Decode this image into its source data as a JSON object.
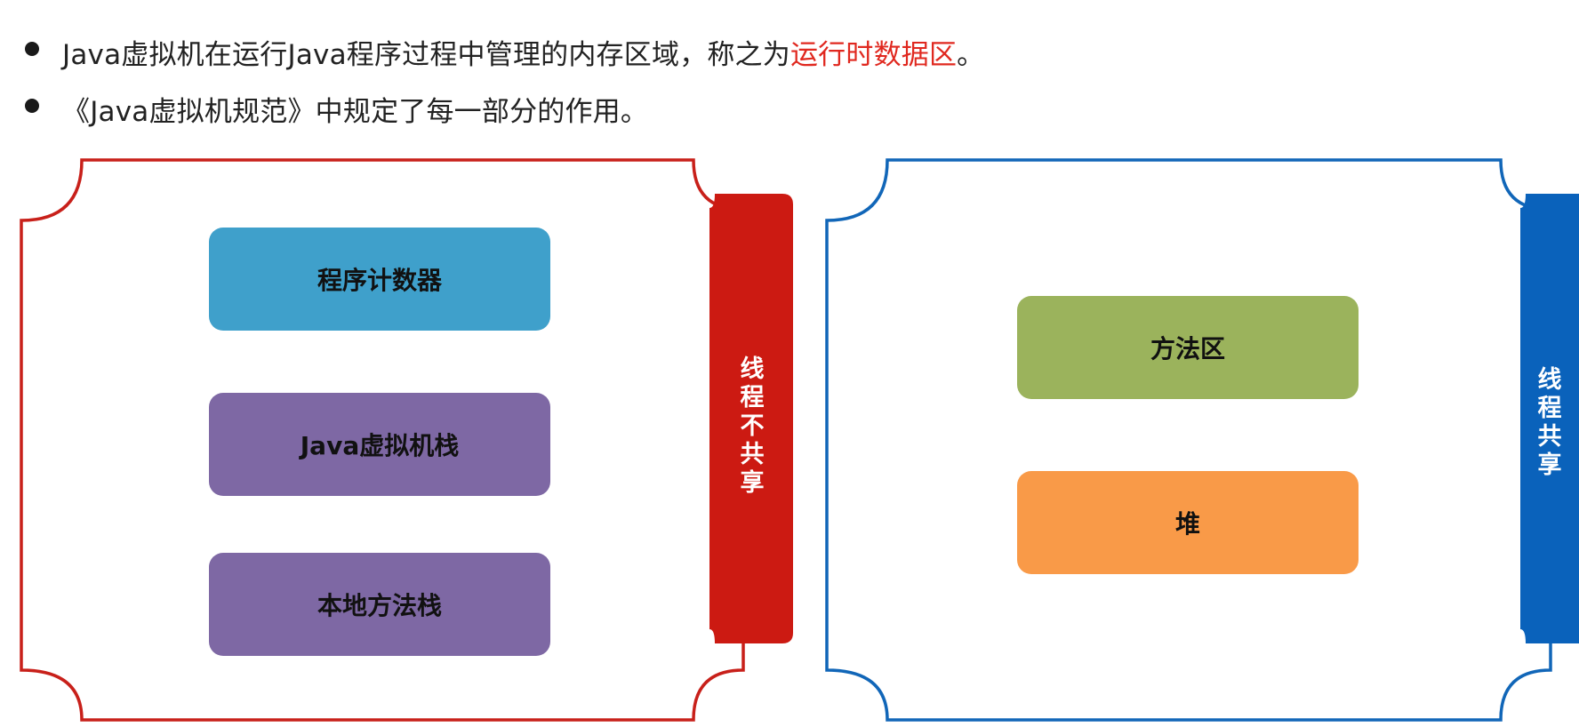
{
  "bullets": [
    {
      "text": "Java虚拟机在运行Java程序过程中管理的内存区域，称之为",
      "highlight": "运行时数据区",
      "suffix": "。"
    },
    {
      "text": "《Java虚拟机规范》中规定了每一部分的作用。"
    }
  ],
  "thread_private": {
    "label": "线程不共享",
    "items": [
      "程序计数器",
      "Java虚拟机栈",
      "本地方法栈"
    ]
  },
  "thread_shared": {
    "label": "线程共享",
    "items": [
      "方法区",
      "堆"
    ]
  },
  "colors": {
    "highlight": "#e0281f",
    "private_frame": "#c8201a",
    "shared_frame": "#1166b8",
    "program_counter": "#3fa0cb",
    "stack": "#7e68a4",
    "method_area": "#9bb35c",
    "heap": "#f99a48"
  }
}
